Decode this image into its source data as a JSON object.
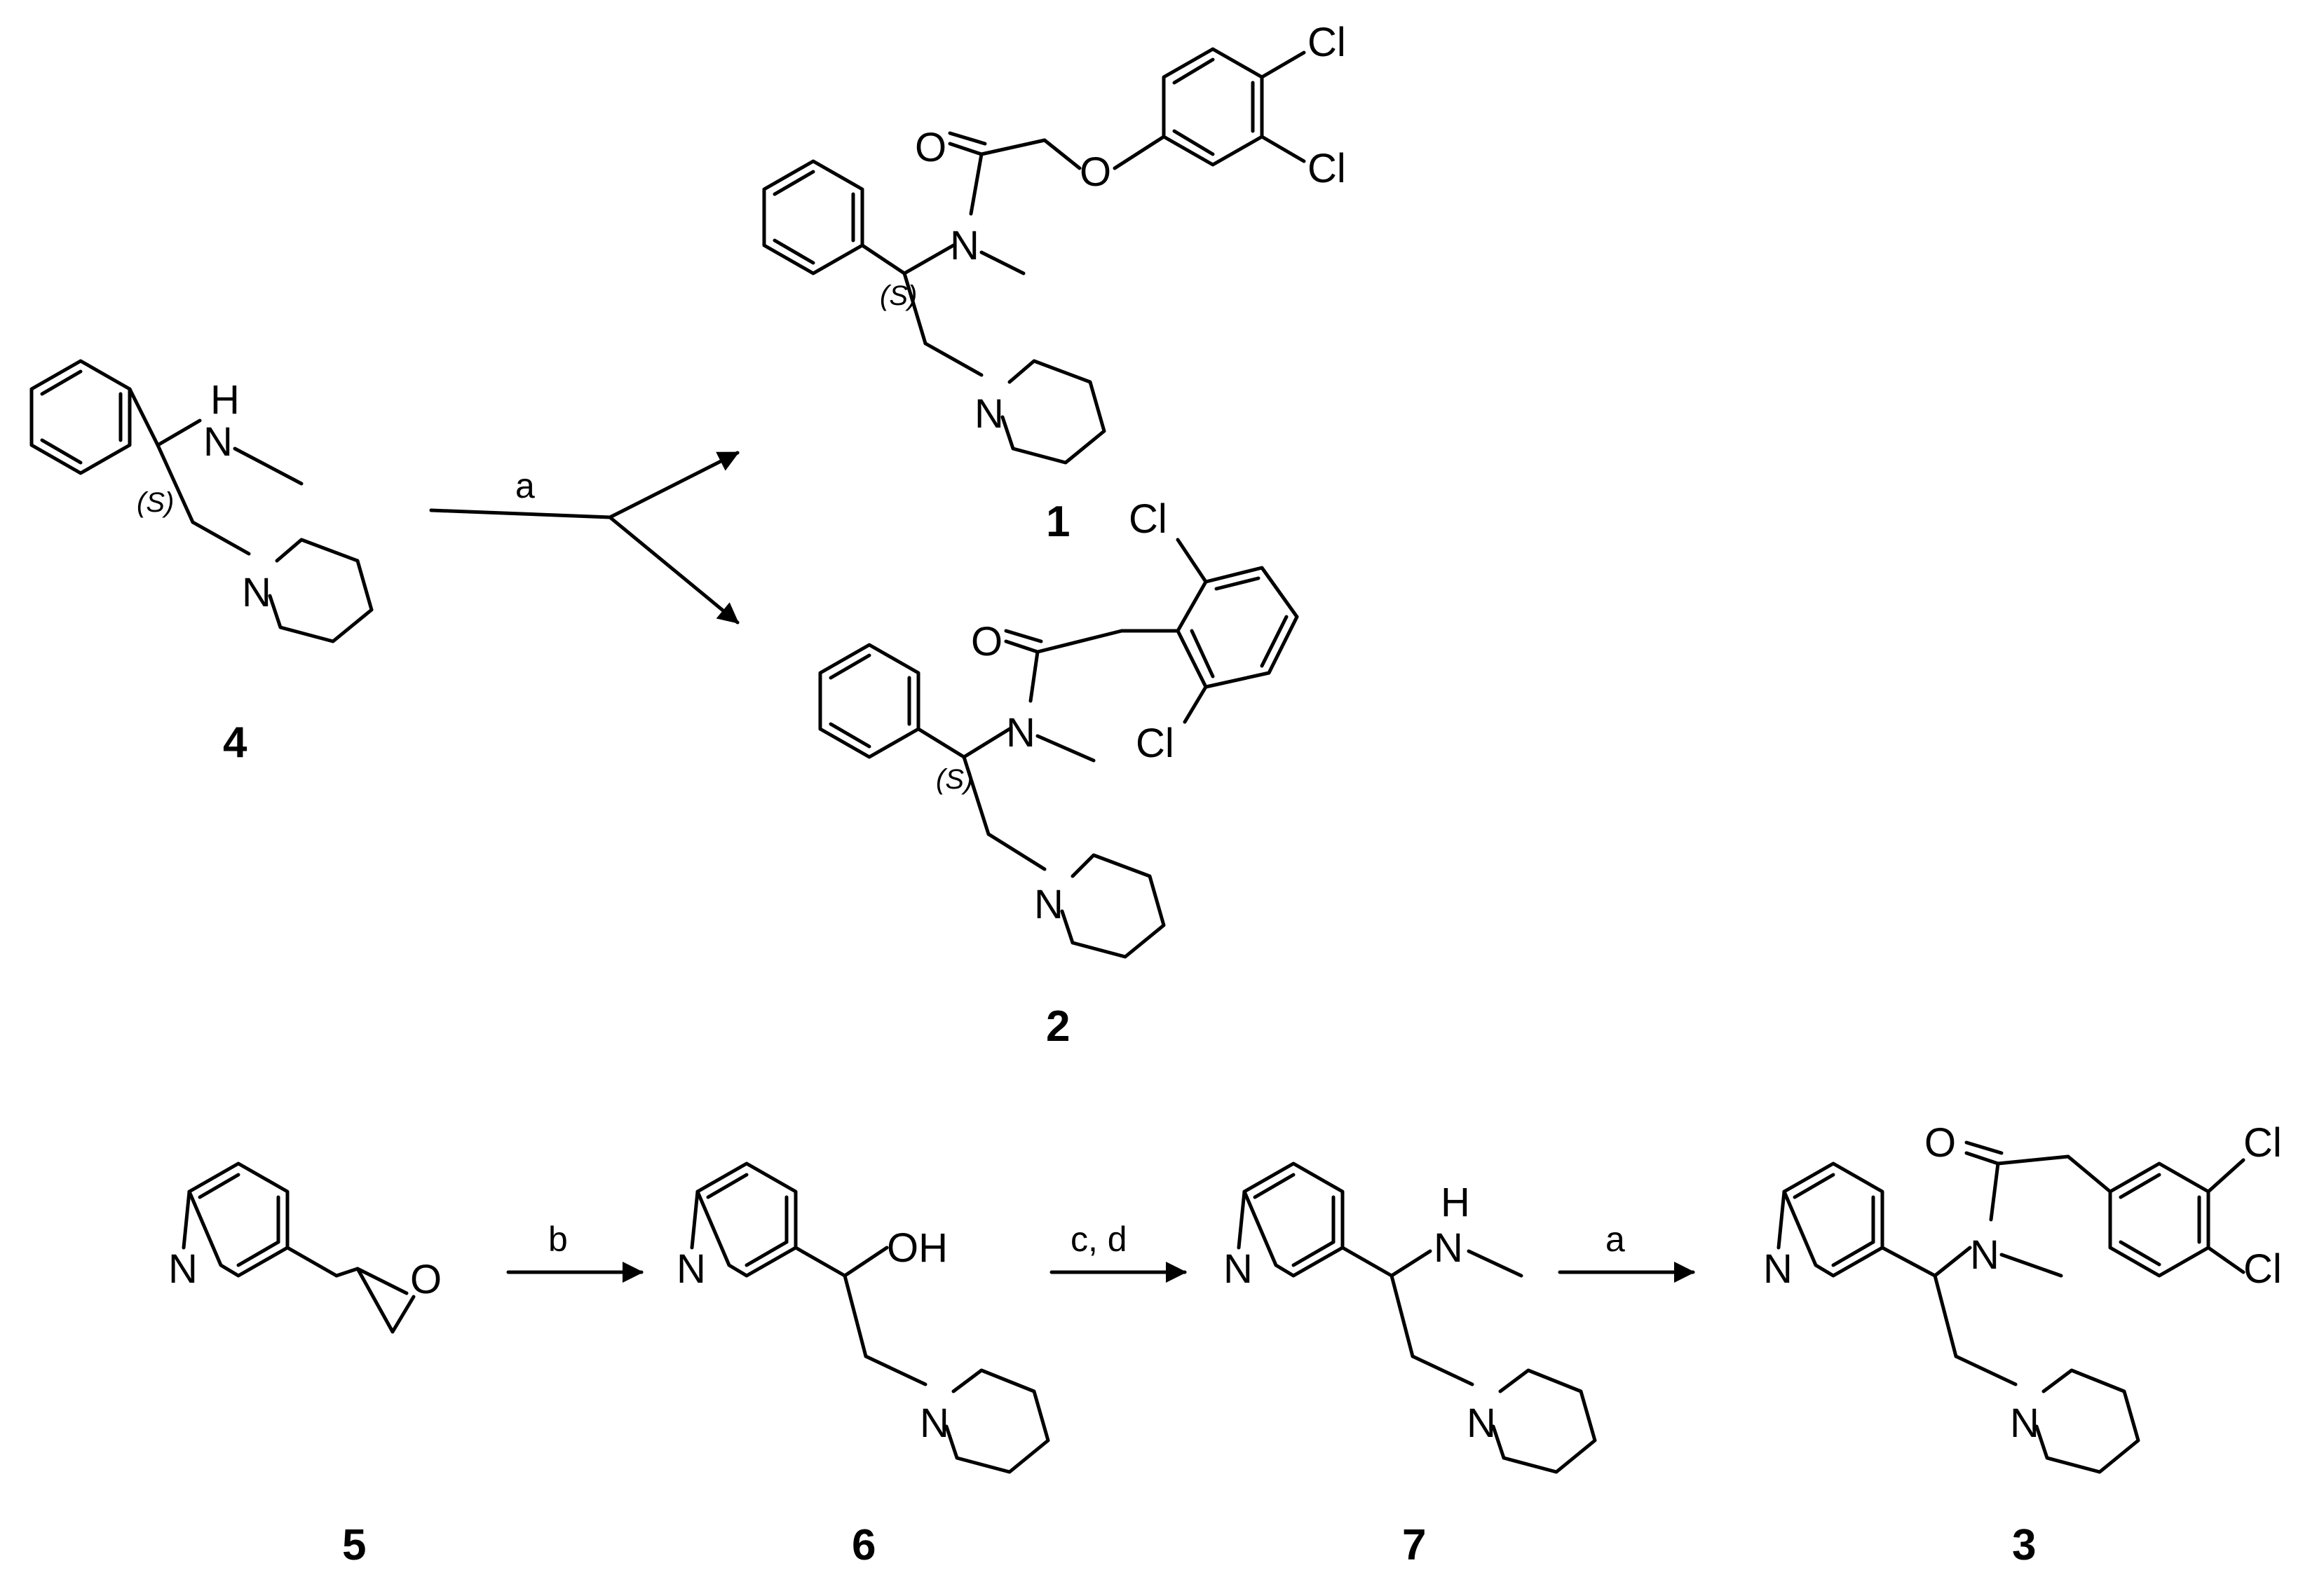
{
  "atoms": {
    "N": "N",
    "H": "H",
    "O": "O",
    "OH": "OH",
    "Cl": "Cl"
  },
  "stereo_label": "(S)",
  "reagents": {
    "a": "a",
    "b": "b",
    "cd": "c, d"
  },
  "compounds": {
    "c1": "1",
    "c2": "2",
    "c3": "3",
    "c4": "4",
    "c5": "5",
    "c6": "6",
    "c7": "7"
  }
}
